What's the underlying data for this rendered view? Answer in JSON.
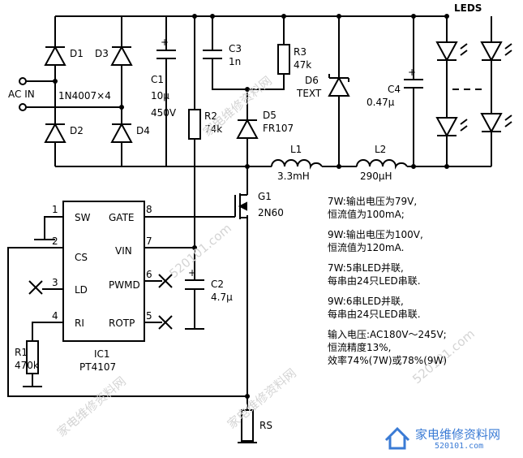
{
  "labels": {
    "leds": "LEDS",
    "ac_in": "AC IN",
    "bridge_part": "1N4007×4",
    "d1": "D1",
    "d2": "D2",
    "d3": "D3",
    "d4": "D4",
    "c1": "C1",
    "c1_val": "10μ",
    "c1_volt": "450V",
    "c3": "C3",
    "c3_val": "1n",
    "r3": "R3",
    "r3_val": "47k",
    "d6": "D6",
    "d6_val": "TEXT",
    "c4": "C4",
    "c4_val": "0.47μ",
    "r2": "R2",
    "r2_val": "74k",
    "d5": "D5",
    "d5_val": "FR107",
    "l1": "L1",
    "l1_val": "3.3mH",
    "l2": "L2",
    "l2_val": "290μH",
    "g1": "G1",
    "g1_val": "2N60",
    "c2": "C2",
    "c2_val": "4.7μ",
    "r1": "R1",
    "r1_val": "470k",
    "ic": "IC1",
    "ic_part": "PT4107",
    "rs": "RS",
    "pins": {
      "sw": "SW",
      "cs": "CS",
      "ld": "LD",
      "ri": "RI",
      "gate": "GATE",
      "vin": "VIN",
      "pwmd": "PWMD",
      "rotp": "ROTP",
      "n1": "1",
      "n2": "2",
      "n3": "3",
      "n4": "4",
      "n5": "5",
      "n6": "6",
      "n7": "7",
      "n8": "8"
    }
  },
  "notes": [
    [
      "7W:输出电压为79V,",
      "恒流值为100mA;"
    ],
    [
      "9W:输出电压为100V,",
      "恒流值为120mA."
    ],
    [
      "7W:5串LED并联,",
      "每串由24只LED串联."
    ],
    [
      "9W:6串LED并联,",
      "每串由24只LED串联."
    ],
    [
      "输入电压:AC180V～245V;",
      "恒流精度13%,",
      "效率74%(7W)或78%(9W)"
    ]
  ],
  "watermark": {
    "text": "家电维修资料网",
    "url": "520101.com",
    "logo_text": "家电维修资料网",
    "logo_url": "520101.com"
  },
  "colors": {
    "line": "#000000",
    "watermark": "#d4d4d4",
    "logo": "#3a7bd5"
  }
}
